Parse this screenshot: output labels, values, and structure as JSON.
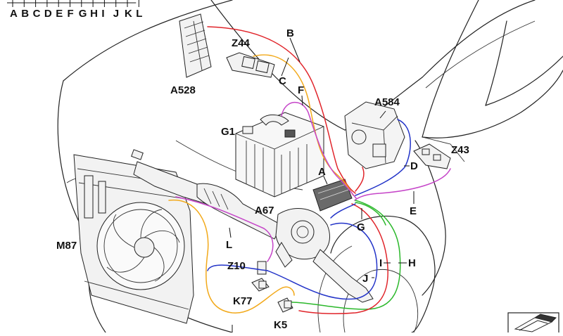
{
  "legend": {
    "letters": [
      "A",
      "B",
      "C",
      "D",
      "E",
      "F",
      "G",
      "H",
      "I",
      "J",
      "K",
      "L"
    ]
  },
  "components": [
    {
      "id": "a528",
      "label": "A528"
    },
    {
      "id": "z44",
      "label": "Z44"
    },
    {
      "id": "a584",
      "label": "A584"
    },
    {
      "id": "g1",
      "label": "G1"
    },
    {
      "id": "z43",
      "label": "Z43"
    },
    {
      "id": "a",
      "label": "A"
    },
    {
      "id": "a67",
      "label": "A67"
    },
    {
      "id": "m87",
      "label": "M87"
    },
    {
      "id": "z10",
      "label": "Z10"
    },
    {
      "id": "k77",
      "label": "K77"
    },
    {
      "id": "k5",
      "label": "K5"
    }
  ],
  "wires": [
    {
      "id": "B",
      "label": "B",
      "color": "#e0242a"
    },
    {
      "id": "C",
      "label": "C",
      "color": "#f2a91a"
    },
    {
      "id": "F",
      "label": "F",
      "color": "#c544c8"
    },
    {
      "id": "D",
      "label": "D",
      "color": "#2233c8"
    },
    {
      "id": "E",
      "label": "E",
      "color": "#c544c8"
    },
    {
      "id": "G",
      "label": "G",
      "color": "#2bb82b"
    },
    {
      "id": "I",
      "label": "I",
      "color": "#e0242a"
    },
    {
      "id": "H",
      "label": "H",
      "color": "#2bb82b"
    },
    {
      "id": "J",
      "label": "J",
      "color": "#2233c8"
    },
    {
      "id": "L",
      "label": "L",
      "color": "#c544c8"
    }
  ],
  "colors": {
    "red": "#e0242a",
    "orange": "#f2a91a",
    "magenta": "#c544c8",
    "blue": "#2233c8",
    "green": "#2bb82b",
    "outline": "#222222"
  },
  "icons": {
    "corner": "view-direction-icon"
  }
}
